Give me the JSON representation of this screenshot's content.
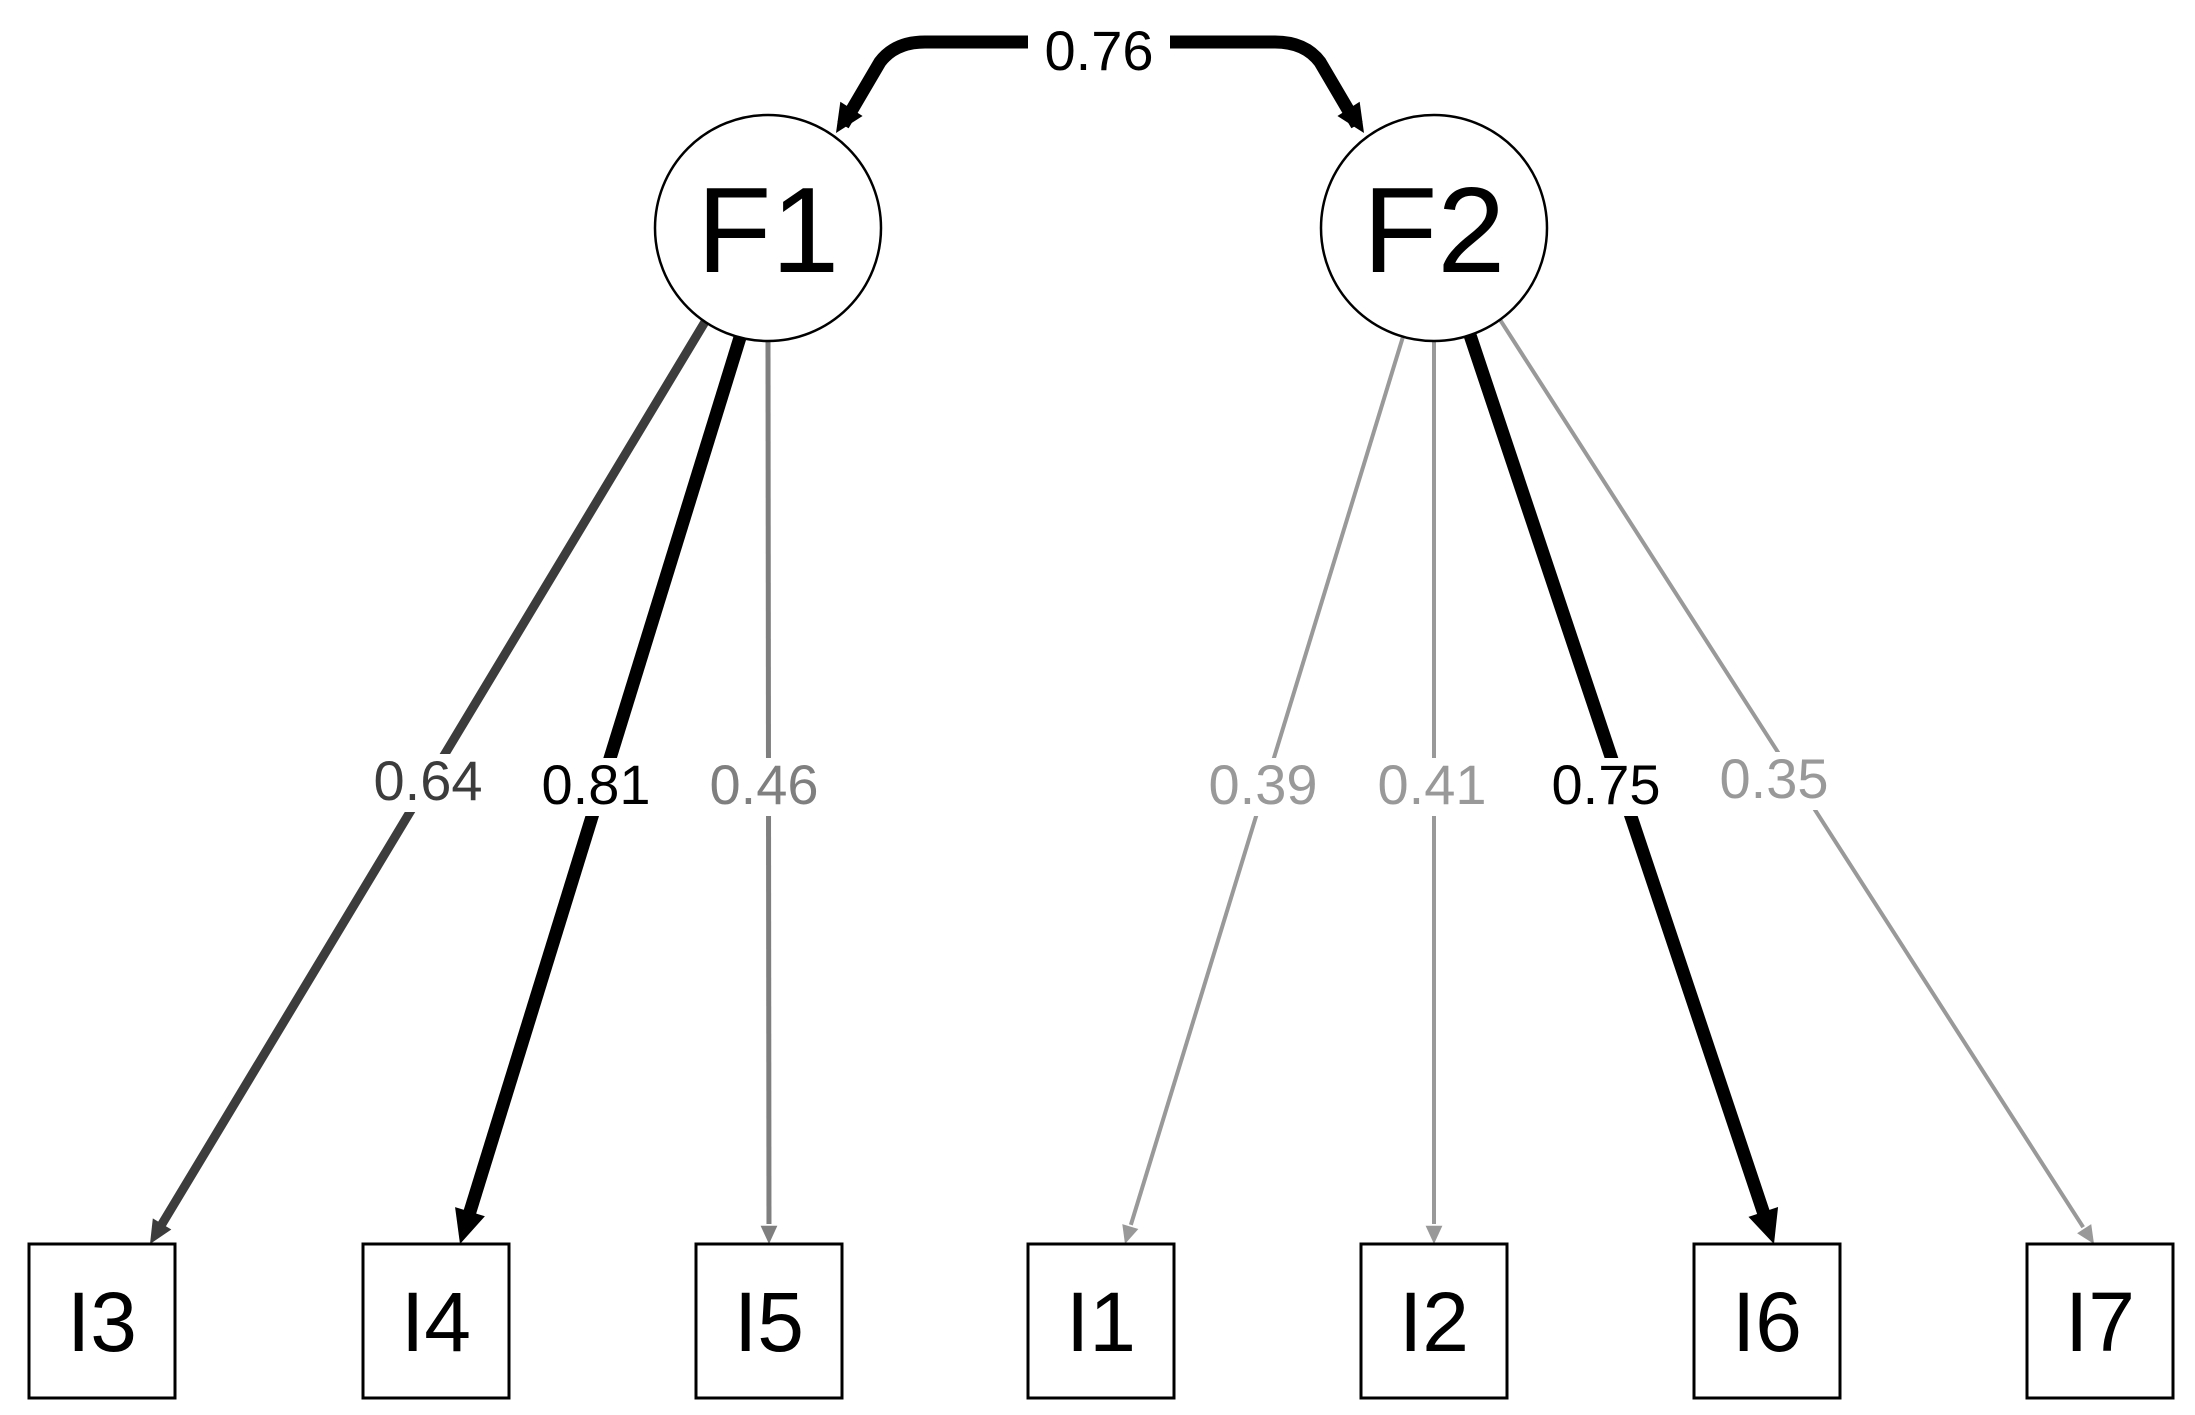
{
  "latent_factors": [
    {
      "id": "F1",
      "label": "F1"
    },
    {
      "id": "F2",
      "label": "F2"
    }
  ],
  "indicators": [
    {
      "id": "I3",
      "label": "I3"
    },
    {
      "id": "I4",
      "label": "I4"
    },
    {
      "id": "I5",
      "label": "I5"
    },
    {
      "id": "I1",
      "label": "I1"
    },
    {
      "id": "I2",
      "label": "I2"
    },
    {
      "id": "I6",
      "label": "I6"
    },
    {
      "id": "I7",
      "label": "I7"
    }
  ],
  "covariance": {
    "from": "F1",
    "to": "F2",
    "label": "0.76",
    "value": 0.76
  },
  "loadings": [
    {
      "factor": "F1",
      "indicator": "I3",
      "label": "0.64",
      "value": 0.64
    },
    {
      "factor": "F1",
      "indicator": "I4",
      "label": "0.81",
      "value": 0.81
    },
    {
      "factor": "F1",
      "indicator": "I5",
      "label": "0.46",
      "value": 0.46
    },
    {
      "factor": "F2",
      "indicator": "I1",
      "label": "0.39",
      "value": 0.39
    },
    {
      "factor": "F2",
      "indicator": "I2",
      "label": "0.41",
      "value": 0.41
    },
    {
      "factor": "F2",
      "indicator": "I6",
      "label": "0.75",
      "value": 0.75
    },
    {
      "factor": "F2",
      "indicator": "I7",
      "label": "0.35",
      "value": 0.35
    }
  ]
}
